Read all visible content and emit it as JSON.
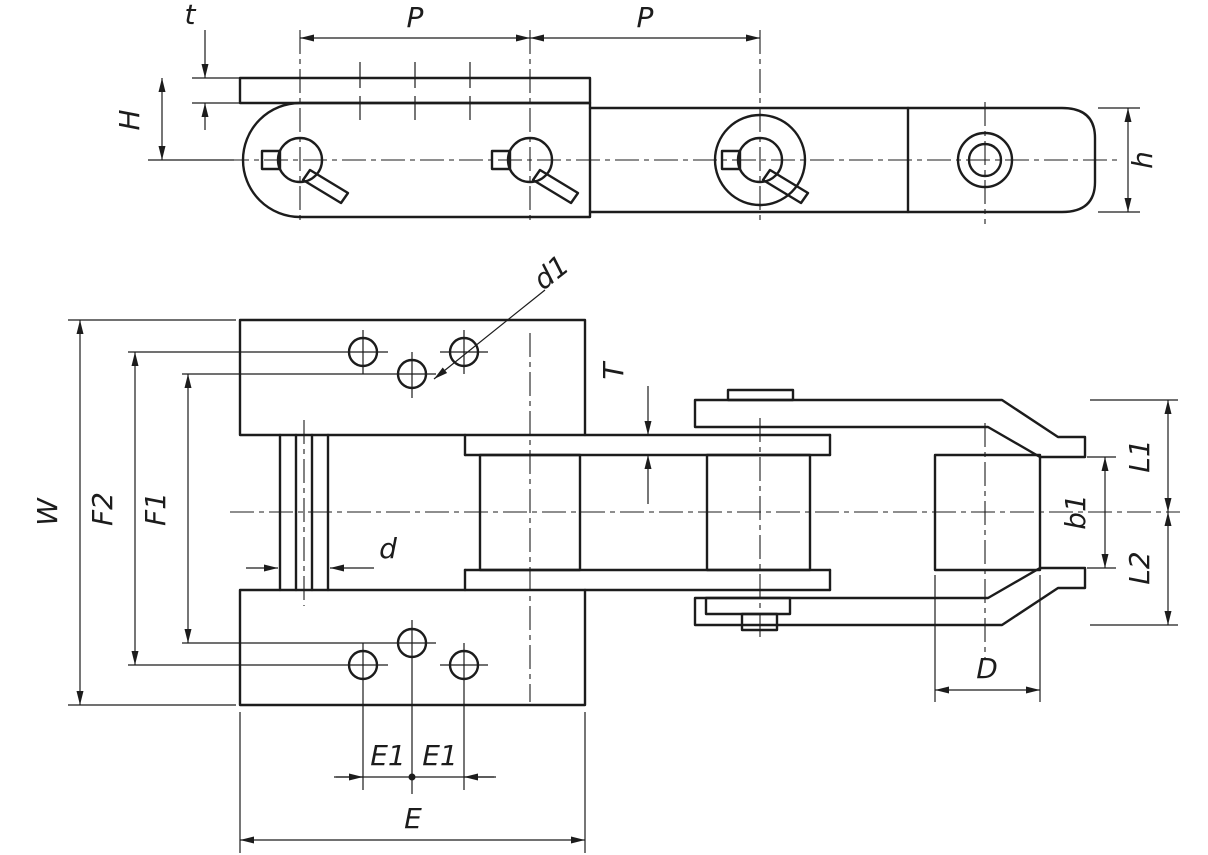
{
  "drawing": {
    "type": "engineering-drawing",
    "subject": "conveyor chain with flange attachments, side view and plan view",
    "colors": {
      "line": "#1c1c1c",
      "background": "#ffffff"
    },
    "side_view": {
      "dims": {
        "t": "t",
        "P1": "P",
        "P2": "P",
        "H": "H",
        "h": "h"
      }
    },
    "plan_view": {
      "dims": {
        "d1": "d1",
        "T": "T",
        "W": "W",
        "F2": "F2",
        "F1": "F1",
        "d": "d",
        "E1a": "E1",
        "E1b": "E1",
        "E": "E",
        "L1": "L1",
        "b1": "b1",
        "L2": "L2",
        "D": "D"
      }
    }
  }
}
